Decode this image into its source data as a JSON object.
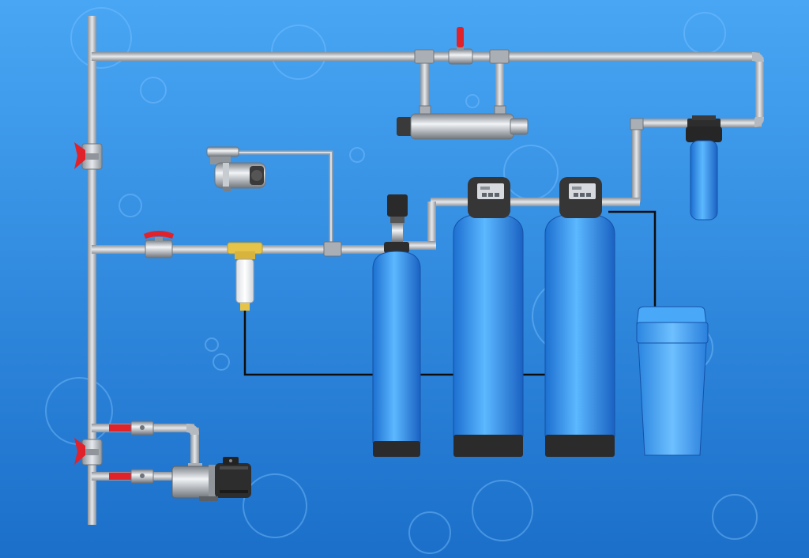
{
  "diagram": {
    "type": "water treatment system schematic",
    "text_labels": [],
    "colors": {
      "background_top": "#4aa8f5",
      "background_bottom": "#1a6fc8",
      "pipe": "#b9bec4",
      "valve_handle": "#e0222b",
      "tank_blue": "#2f8fe8",
      "tank_base": "#2a2a2a",
      "control_head": "#3a3a3a",
      "brass": "#e6c44a",
      "drain_line": "#111111"
    },
    "components": [
      {
        "id": "main-riser-pipe",
        "icon": "vertical-supply-pipe"
      },
      {
        "id": "upper-ball-valve",
        "icon": "ball-valve-icon"
      },
      {
        "id": "lower-ball-valve",
        "icon": "ball-valve-icon"
      },
      {
        "id": "inlet-valve",
        "icon": "ball-valve-icon"
      },
      {
        "id": "pump-suction-valve",
        "icon": "ball-valve-icon"
      },
      {
        "id": "pump-discharge-valve",
        "icon": "ball-valve-icon"
      },
      {
        "id": "surface-pump",
        "icon": "pump-icon"
      },
      {
        "id": "sediment-prefilter",
        "icon": "cartridge-filter-icon"
      },
      {
        "id": "air-compressor",
        "icon": "compressor-icon"
      },
      {
        "id": "aeration-tank",
        "icon": "pressure-tank-icon"
      },
      {
        "id": "iron-removal-filter",
        "icon": "filter-tank-icon"
      },
      {
        "id": "water-softener",
        "icon": "filter-tank-icon"
      },
      {
        "id": "brine-tank",
        "icon": "brine-tank-icon"
      },
      {
        "id": "big-blue-filter",
        "icon": "housing-filter-icon"
      },
      {
        "id": "uv-sterilizer",
        "icon": "uv-lamp-icon"
      },
      {
        "id": "bypass-valve",
        "icon": "ball-valve-icon"
      }
    ]
  }
}
